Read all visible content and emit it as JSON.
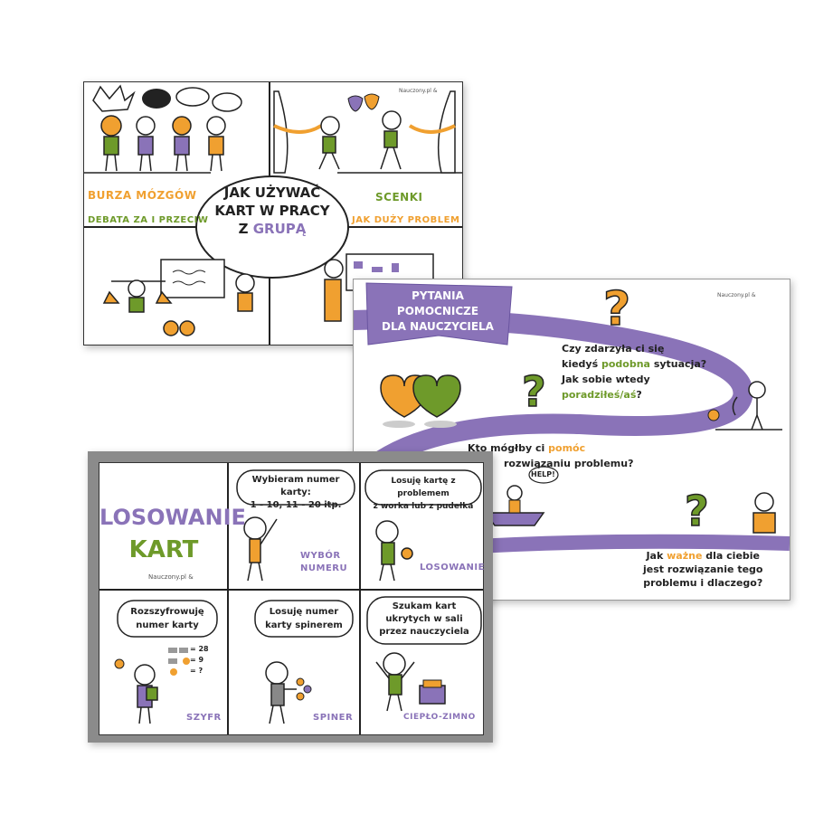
{
  "colors": {
    "purple": "#8a73b8",
    "green": "#6e9a2a",
    "orange": "#f0a030",
    "card_border": "#8b8b8b"
  },
  "card1": {
    "title_line1": "Jak używać",
    "title_line2": "kart w pracy",
    "title_line3_prefix": "z",
    "title_line3_accent": "grupą",
    "quadrants": {
      "top_left_1": "Burza mózgów",
      "top_left_2": "Debata za i przeciw",
      "top_right_1": "Scenki",
      "top_right_2": "Jak duży problem"
    },
    "logo": "Nauczony.pl &"
  },
  "card2": {
    "banner_line1": "Pytania pomocnicze",
    "banner_line2": "dla nauczyciela",
    "logo": "Nauczony.pl &",
    "q1_line1": "Czy zdarzyła ci się",
    "q1_line2_pre": "kiedyś",
    "q1_line2_accent": "podobna",
    "q1_line2_post": "sytuacja?",
    "q1_line3": "Jak sobie wtedy",
    "q1_line4_accent": "poradziłeś/aś",
    "q1_line4_post": "?",
    "q2_line1_pre": "Kto mógłby ci",
    "q2_line1_accent": "pomóc",
    "q2_line2": "rozwiązaniu problemu?",
    "help": "HELP!",
    "q3_line1_pre": "Jak",
    "q3_line1_accent": "ważne",
    "q3_line1_post": "dla ciebie",
    "q3_line2": "jest rozwiązanie tego",
    "q3_line3": "problemu i dlaczego?"
  },
  "card3": {
    "title_line1": "Losowanie",
    "title_line2": "kart",
    "logo": "Nauczony.pl &",
    "panels": [
      {
        "bubble": [
          "Wybieram numer karty:",
          "1 - 10, 11 - 20 itp."
        ],
        "caption": [
          "Wybór",
          "numeru"
        ]
      },
      {
        "bubble": [
          "Losuję kartę z problemem",
          "z worka lub z pudełka"
        ],
        "caption": [
          "Losowanie"
        ]
      },
      {
        "bubble": [
          "Rozszyfrowuję",
          "numer karty"
        ],
        "caption": [
          "Szyfr"
        ],
        "equations": [
          "= 28",
          "= 9",
          "= ?"
        ]
      },
      {
        "bubble": [
          "Losuję numer",
          "karty spinerem"
        ],
        "caption": [
          "Spiner"
        ]
      },
      {
        "bubble": [
          "Szukam kart",
          "ukrytych w sali",
          "przez nauczyciela"
        ],
        "caption": [
          "Ciepło-zimno"
        ]
      }
    ]
  }
}
